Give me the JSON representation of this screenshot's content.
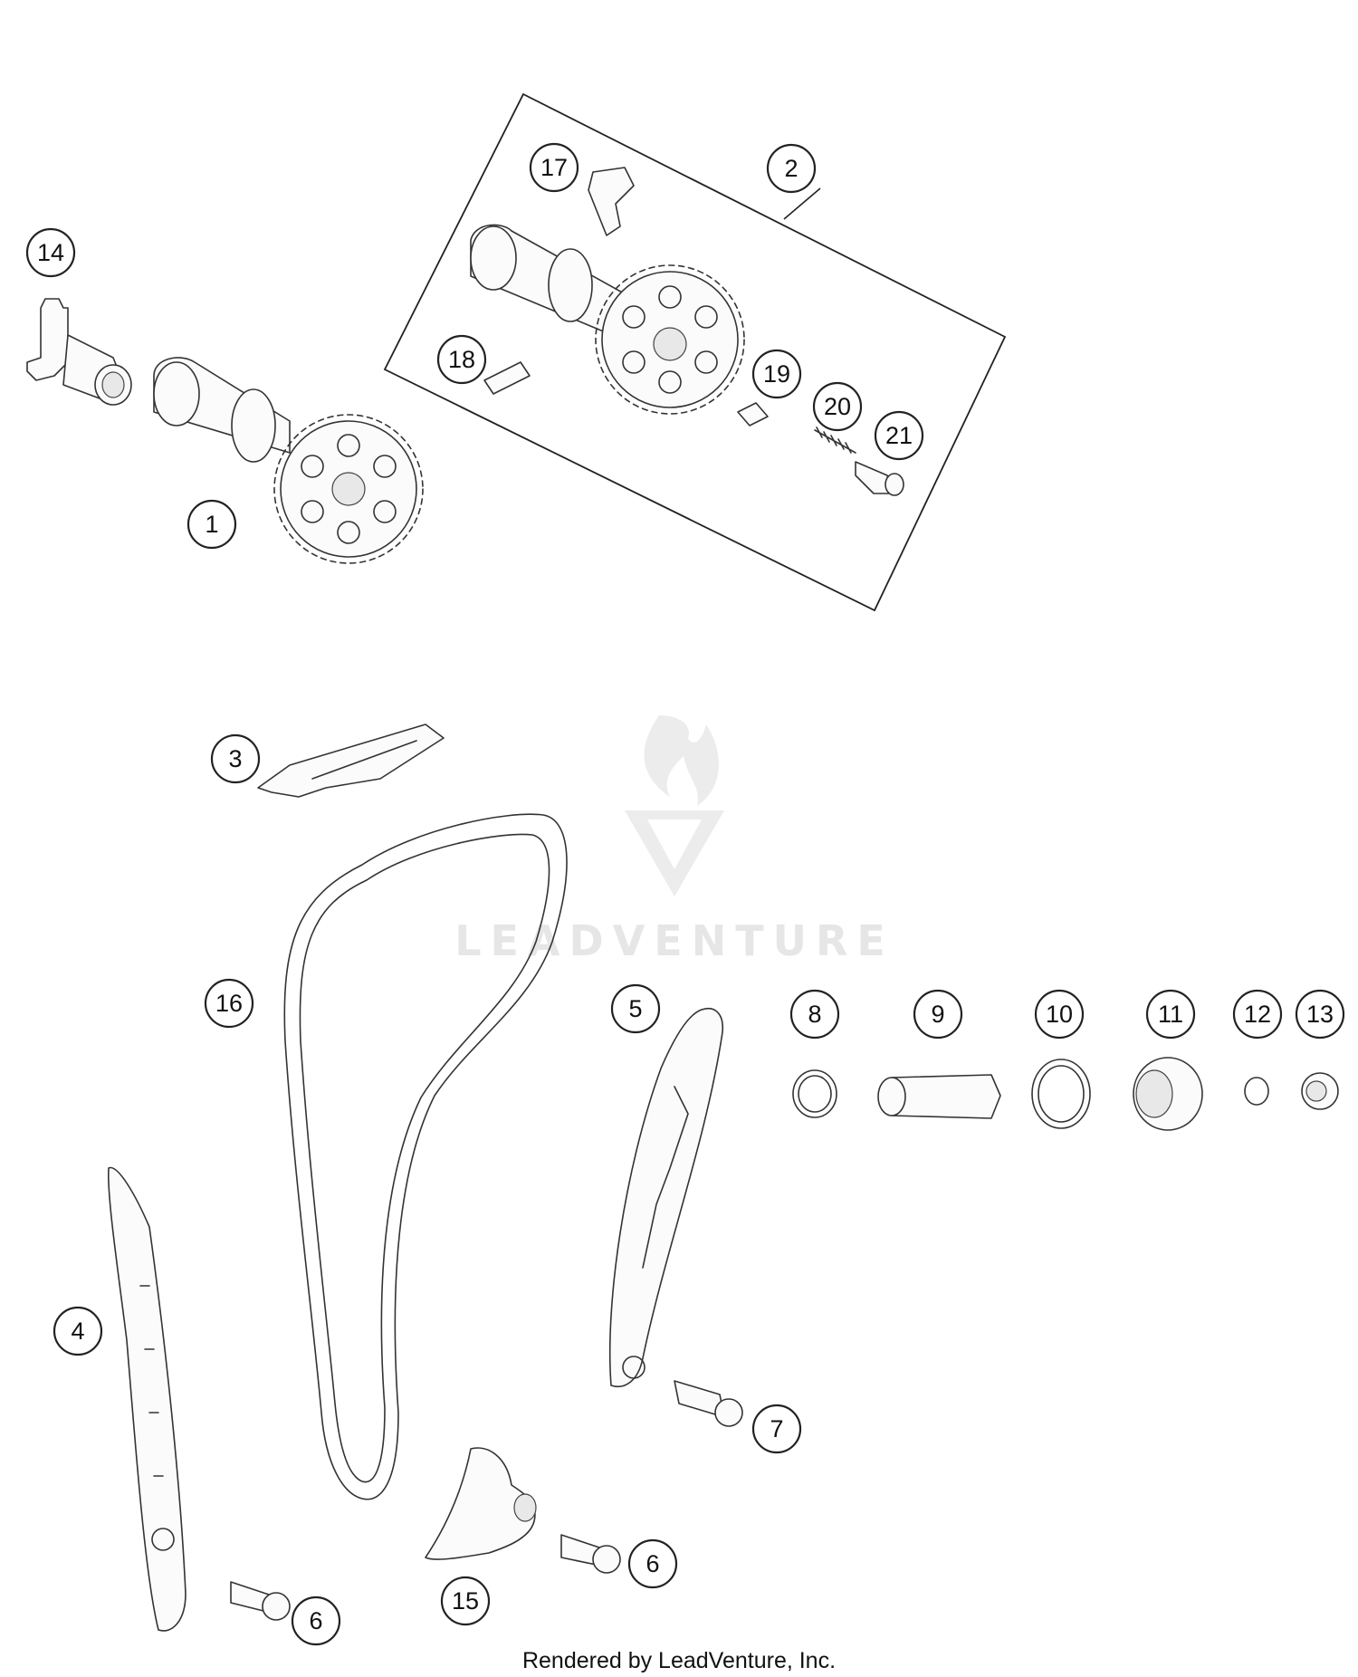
{
  "watermark": {
    "text": "LEADVENTURE"
  },
  "footer": {
    "text": "Rendered by LeadVenture, Inc."
  },
  "callouts": [
    {
      "id": "14",
      "label": "14"
    },
    {
      "id": "1",
      "label": "1"
    },
    {
      "id": "2",
      "label": "2"
    },
    {
      "id": "17",
      "label": "17"
    },
    {
      "id": "18",
      "label": "18"
    },
    {
      "id": "19",
      "label": "19"
    },
    {
      "id": "20",
      "label": "20"
    },
    {
      "id": "21",
      "label": "21"
    },
    {
      "id": "3",
      "label": "3"
    },
    {
      "id": "16",
      "label": "16"
    },
    {
      "id": "5",
      "label": "5"
    },
    {
      "id": "8",
      "label": "8"
    },
    {
      "id": "9",
      "label": "9"
    },
    {
      "id": "10",
      "label": "10"
    },
    {
      "id": "11",
      "label": "11"
    },
    {
      "id": "12",
      "label": "12"
    },
    {
      "id": "13",
      "label": "13"
    },
    {
      "id": "4",
      "label": "4"
    },
    {
      "id": "7",
      "label": "7"
    },
    {
      "id": "6a",
      "label": "6"
    },
    {
      "id": "6b",
      "label": "6"
    },
    {
      "id": "15",
      "label": "15"
    }
  ]
}
